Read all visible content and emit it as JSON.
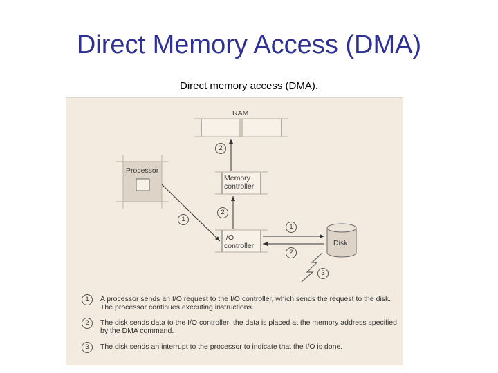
{
  "slide": {
    "title": "Direct Memory Access (DMA)",
    "caption": "Direct memory access (DMA)."
  },
  "diagram": {
    "ram_label": "RAM",
    "processor_label": "Processor",
    "memory_controller_label": "Memory controller",
    "io_controller_label": "I/O controller",
    "disk_label": "Disk",
    "step_markers": {
      "ram_to_memctl": "2",
      "memctl_to_io": "2",
      "processor_to_io": "1",
      "io_to_disk": "1",
      "disk_to_io": "2",
      "interrupt": "3"
    },
    "colors": {
      "background": "#f3ebe0",
      "box_fill": "#f7f1e8",
      "processor_fill": "#ddd3c6",
      "title": "#2e3192"
    }
  },
  "legend": [
    {
      "number": "1",
      "text": "A processor sends an I/O request to the I/O controller, which sends the request to the disk. The processor continues executing instructions."
    },
    {
      "number": "2",
      "text": "The disk sends data to the I/O controller; the data is placed at the memory address specified by the DMA command."
    },
    {
      "number": "3",
      "text": "The disk sends an interrupt to the processor to indicate that the I/O is done."
    }
  ]
}
